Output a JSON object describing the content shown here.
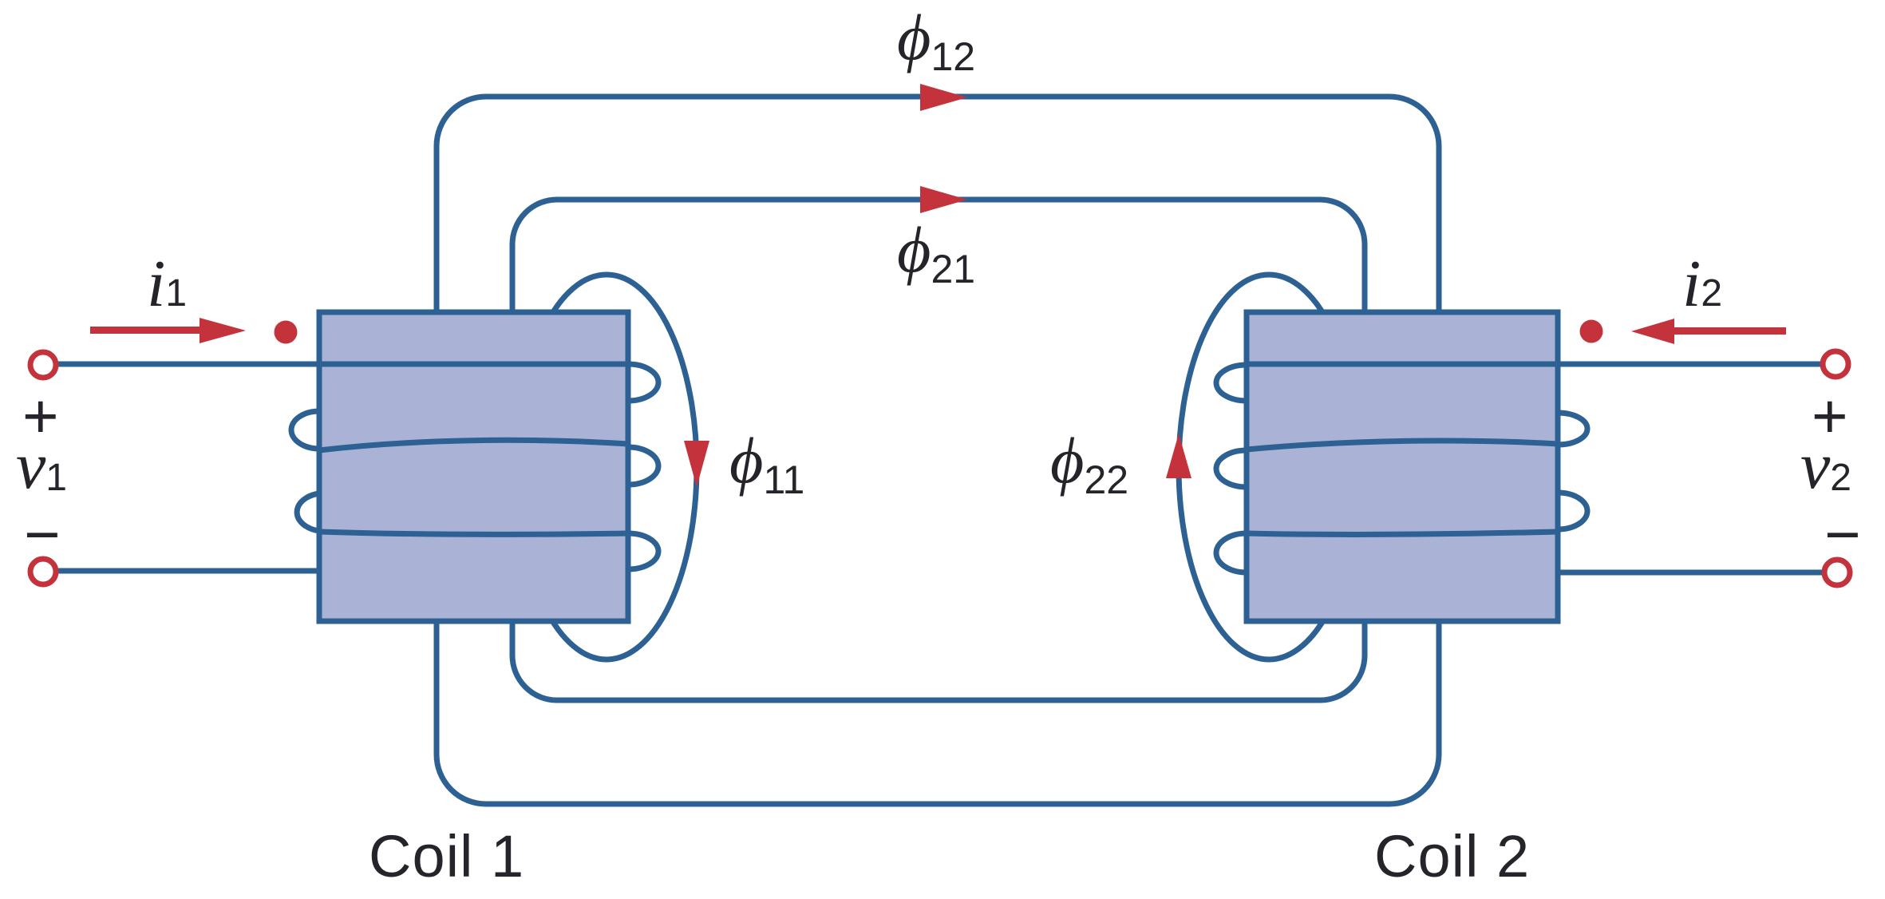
{
  "figure_type": "coupled-coils-mutual-inductance-diagram",
  "colors": {
    "line_blue": "#2d6193",
    "coil_fill": "#aab3d6",
    "accent_red": "#c4323b",
    "text_dark": "#27232a",
    "background": "#ffffff"
  },
  "labels": {
    "flux12": {
      "symbol": "ϕ",
      "subscript": "12"
    },
    "flux21": {
      "symbol": "ϕ",
      "subscript": "21"
    },
    "flux11": {
      "symbol": "ϕ",
      "subscript": "11"
    },
    "flux22": {
      "symbol": "ϕ",
      "subscript": "22"
    },
    "current1": {
      "symbol": "i",
      "subscript": "1"
    },
    "current2": {
      "symbol": "i",
      "subscript": "2"
    },
    "voltage1": {
      "symbol": "v",
      "subscript": "1"
    },
    "voltage2": {
      "symbol": "v",
      "subscript": "2"
    },
    "plus_left": "+",
    "minus_left": "−",
    "plus_right": "+",
    "minus_right": "−",
    "coil1": "Coil 1",
    "coil2": "Coil 2"
  }
}
